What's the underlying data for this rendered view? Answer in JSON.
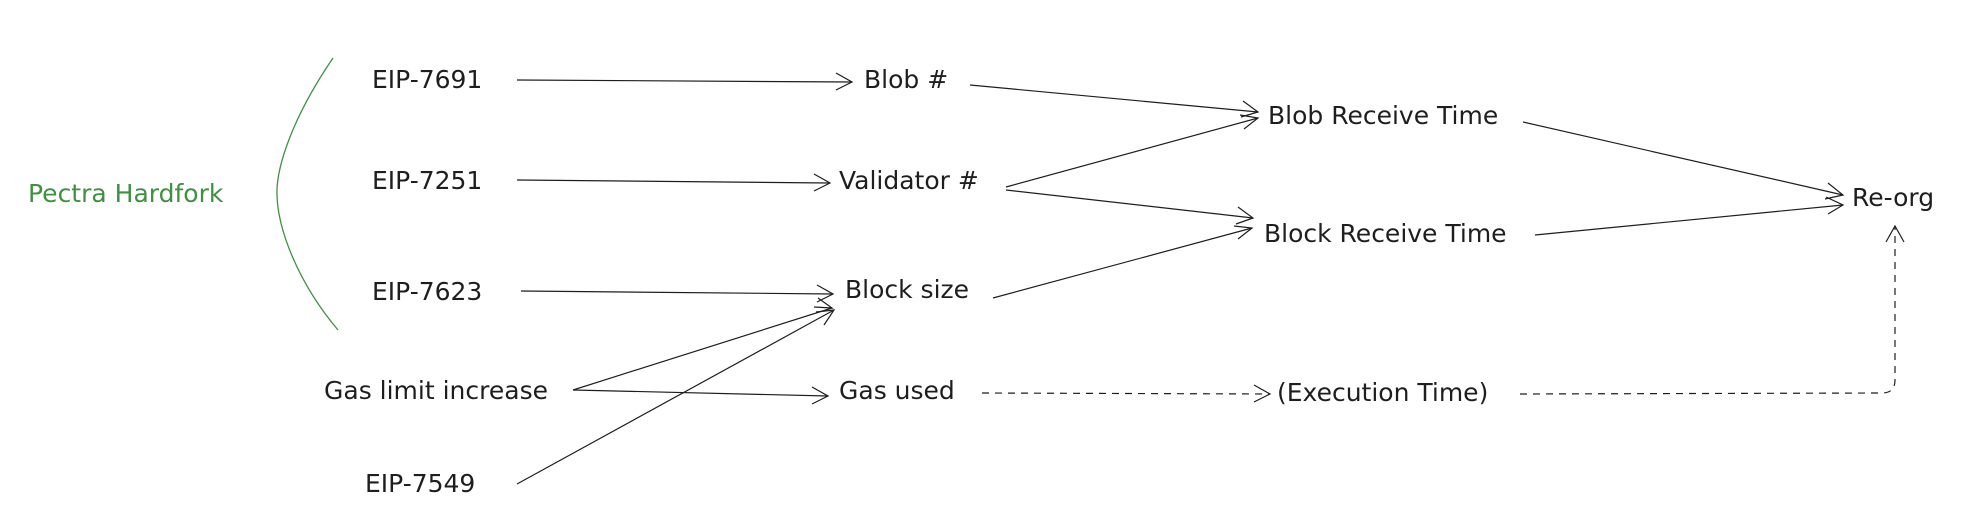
{
  "colors": {
    "ink": "#1e1e1e",
    "accent_green": "#3f9142",
    "background": "#ffffff"
  },
  "group": {
    "label": "Pectra Hardfork",
    "bracket": "left-curly-brace"
  },
  "nodes": {
    "eip7691": "EIP-7691",
    "eip7251": "EIP-7251",
    "eip7623": "EIP-7623",
    "gas_limit_increase": "Gas limit increase",
    "eip7549": "EIP-7549",
    "blob_count": "Blob #",
    "validator_count": "Validator #",
    "block_size": "Block size",
    "gas_used": "Gas used",
    "blob_receive_time": "Blob Receive Time",
    "block_receive_time": "Block Receive Time",
    "execution_time": "(Execution Time)",
    "reorg": "Re-org"
  },
  "edges": [
    {
      "from": "eip7691",
      "to": "blob_count",
      "style": "solid"
    },
    {
      "from": "eip7251",
      "to": "validator_count",
      "style": "solid"
    },
    {
      "from": "eip7623",
      "to": "block_size",
      "style": "solid"
    },
    {
      "from": "gas_limit_increase",
      "to": "block_size",
      "style": "solid"
    },
    {
      "from": "gas_limit_increase",
      "to": "gas_used",
      "style": "solid"
    },
    {
      "from": "eip7549",
      "to": "block_size",
      "style": "solid"
    },
    {
      "from": "blob_count",
      "to": "blob_receive_time",
      "style": "solid"
    },
    {
      "from": "validator_count",
      "to": "blob_receive_time",
      "style": "solid"
    },
    {
      "from": "validator_count",
      "to": "block_receive_time",
      "style": "solid"
    },
    {
      "from": "block_size",
      "to": "block_receive_time",
      "style": "solid"
    },
    {
      "from": "gas_used",
      "to": "execution_time",
      "style": "dashed"
    },
    {
      "from": "blob_receive_time",
      "to": "reorg",
      "style": "solid"
    },
    {
      "from": "block_receive_time",
      "to": "reorg",
      "style": "solid"
    },
    {
      "from": "execution_time",
      "to": "reorg",
      "style": "dashed"
    }
  ]
}
